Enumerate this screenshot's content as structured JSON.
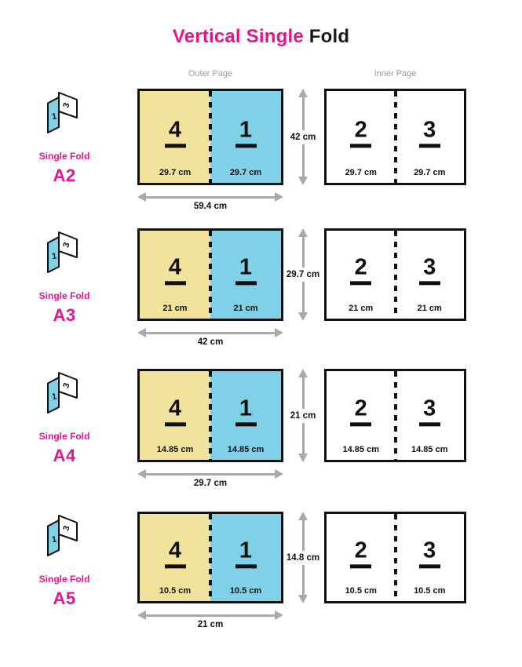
{
  "title": {
    "highlight": "Vertical Single ",
    "rest": "Fold"
  },
  "column_headers": {
    "outer": "Outer Page",
    "inner": "Inner Page"
  },
  "fold_icon": {
    "name": "single-fold-icon",
    "front_page_number": "1",
    "back_page_number": "3"
  },
  "colors": {
    "accent_pink": "#e8148c",
    "panel_yellow": "#f2e39c",
    "panel_blue": "#80d1e7",
    "arrow_gray": "#a9a9a9",
    "header_gray": "#9a9a9a",
    "line_black": "#111111"
  },
  "rows": [
    {
      "size": "A2",
      "fold_type": "Single Fold",
      "height": "42 cm",
      "outer": {
        "left_page": "4",
        "right_page": "1",
        "left_width": "29.7 cm",
        "right_width": "29.7 cm",
        "total_width": "59.4 cm"
      },
      "inner": {
        "left_page": "2",
        "right_page": "3",
        "left_width": "29.7 cm",
        "right_width": "29.7 cm"
      }
    },
    {
      "size": "A3",
      "fold_type": "Single Fold",
      "height": "29.7 cm",
      "outer": {
        "left_page": "4",
        "right_page": "1",
        "left_width": "21 cm",
        "right_width": "21 cm",
        "total_width": "42 cm"
      },
      "inner": {
        "left_page": "2",
        "right_page": "3",
        "left_width": "21 cm",
        "right_width": "21 cm"
      }
    },
    {
      "size": "A4",
      "fold_type": "Single Fold",
      "height": "21 cm",
      "outer": {
        "left_page": "4",
        "right_page": "1",
        "left_width": "14.85 cm",
        "right_width": "14.85 cm",
        "total_width": "29.7 cm"
      },
      "inner": {
        "left_page": "2",
        "right_page": "3",
        "left_width": "14.85 cm",
        "right_width": "14.85 cm"
      }
    },
    {
      "size": "A5",
      "fold_type": "Single Fold",
      "height": "14.8 cm",
      "outer": {
        "left_page": "4",
        "right_page": "1",
        "left_width": "10.5 cm",
        "right_width": "10.5 cm",
        "total_width": "21 cm"
      },
      "inner": {
        "left_page": "2",
        "right_page": "3",
        "left_width": "10.5 cm",
        "right_width": "10.5 cm"
      }
    }
  ]
}
